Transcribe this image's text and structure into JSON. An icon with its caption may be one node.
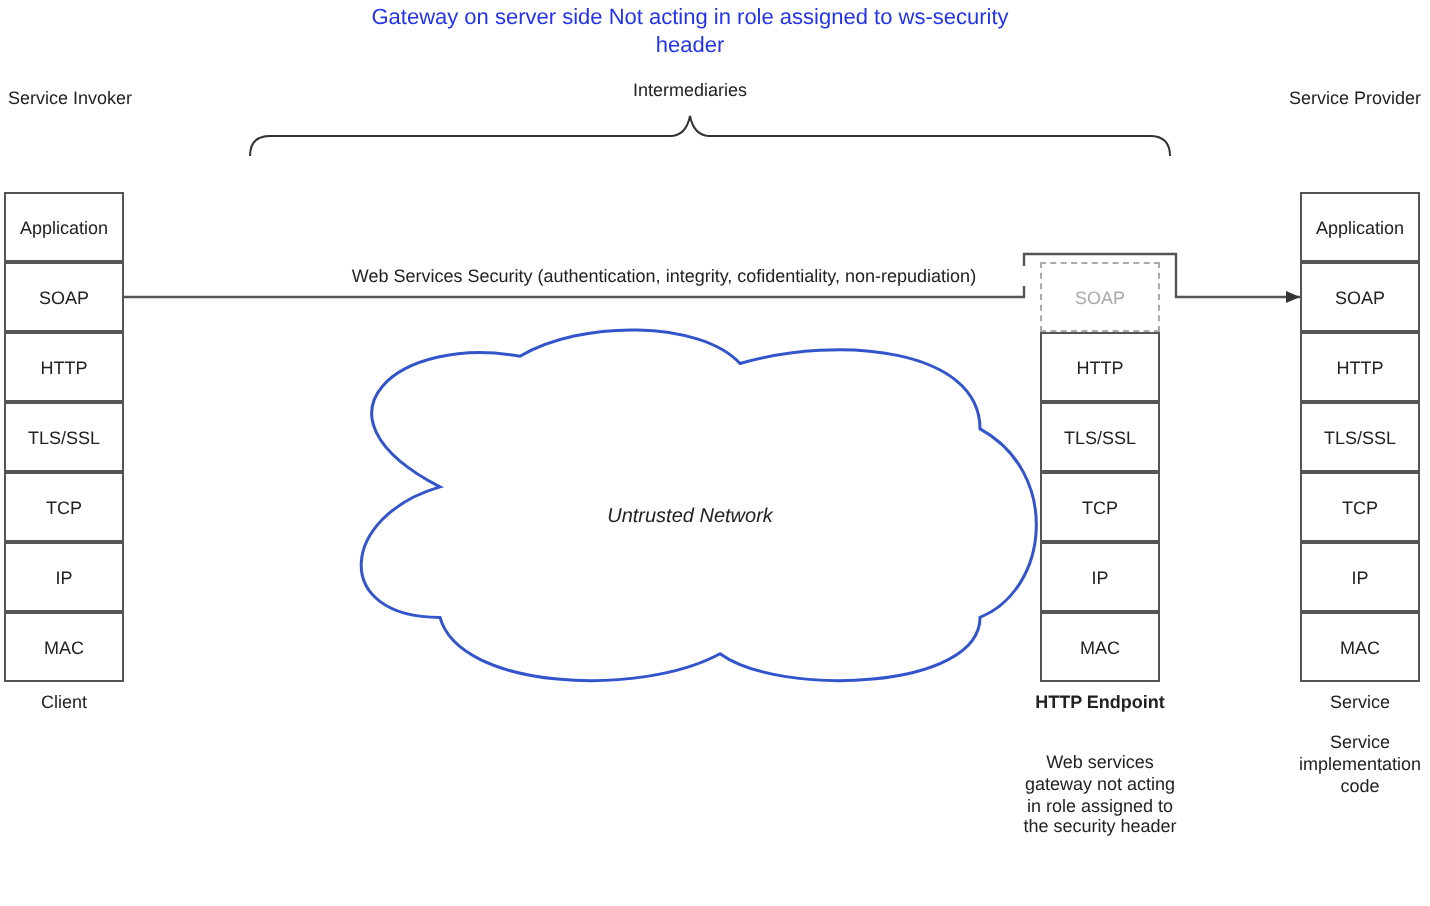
{
  "diagram": {
    "title": "Gateway on server side Not acting in role assigned to ws-security header",
    "nodes": [
      {
        "text": [
          "Application"
        ]
      },
      {
        "text": [
          "SOAP"
        ]
      },
      {
        "text": [
          "HTTP"
        ]
      },
      {
        "text": [
          "TLS/SSL"
        ]
      },
      {
        "text": [
          "TCP"
        ]
      },
      {
        "text": [
          "IP"
        ]
      },
      {
        "text": [
          "MAC"
        ]
      },
      {
        "text": [
          "Untrusted Network"
        ]
      },
      {
        "text": [
          "SOAP"
        ]
      },
      {
        "text": [
          "HTTP"
        ]
      },
      {
        "text": [
          "TLS/SSL"
        ]
      },
      {
        "text": [
          "TCP"
        ]
      },
      {
        "text": [
          "IP"
        ]
      },
      {
        "text": [
          "MAC"
        ]
      },
      {
        "text": [
          "Application"
        ]
      },
      {
        "text": [
          "SOAP"
        ]
      },
      {
        "text": [
          "HTTP"
        ]
      },
      {
        "text": [
          "TLS/SSL"
        ]
      },
      {
        "text": [
          "TCP"
        ]
      },
      {
        "text": [
          "IP"
        ]
      },
      {
        "text": [
          "MAC"
        ]
      }
    ],
    "edges": [
      {
        "from": 1,
        "to": 15,
        "arrow": "to",
        "label": "Web Services Security (authentication, integrity, cofidentiality, non-repudiation)"
      }
    ],
    "labels": [
      "Service Invoker",
      "Intermediaries",
      "Service Provider",
      "Client",
      "HTTP Endpoint",
      "Web services gateway not acting in role assigned to the security header",
      "Service",
      "Service implementation code"
    ]
  }
}
